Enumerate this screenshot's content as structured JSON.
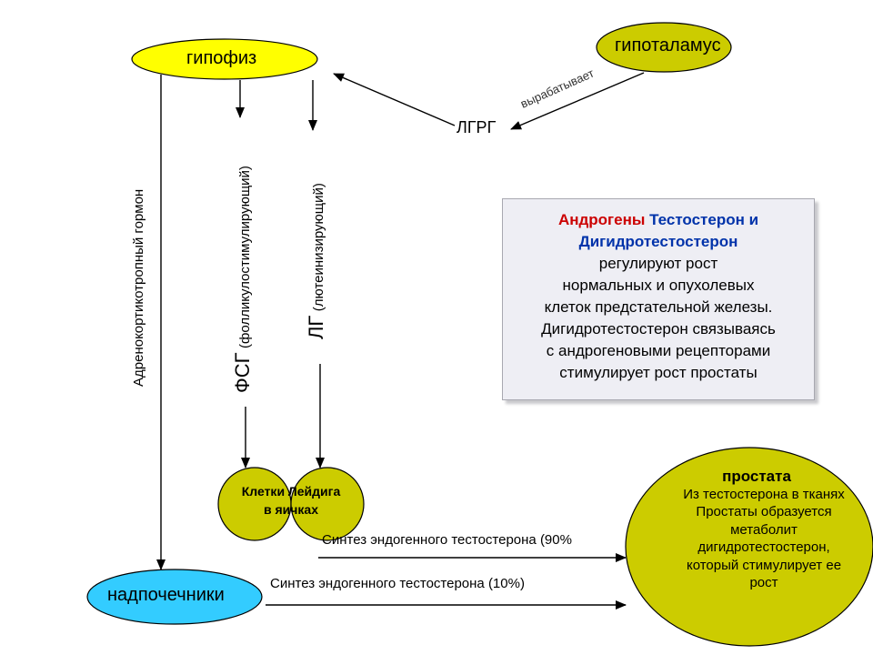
{
  "nodes": {
    "pituitary": "гипофиз",
    "hypothalamus": "гипоталамус",
    "lhrh": "ЛГРГ",
    "leydig_cells": [
      "Клетки Лейдига",
      "в яичках"
    ],
    "adrenals": "надпочечники",
    "prostate_title": "простата",
    "prostate_text": [
      "Из тестостерона в тканях",
      "Простаты образуется",
      "метаболит",
      "дигидротестостерон,",
      "который стимулирует ее",
      "рост"
    ]
  },
  "edges": {
    "produces": "вырабатывает",
    "acth": "Адренокортикотропный гормон",
    "fsh_abbr": "ФСГ",
    "fsh_full": "(фолликулостимулирующий)",
    "lh_abbr": "ЛГ",
    "lh_full": "(лютеинизирующий)",
    "synthesis_90": "Синтез эндогенного тестостерона (90%",
    "synthesis_10": "Синтез эндогенного тестостерона (10%)"
  },
  "infobox": {
    "androgens": "Андрогены",
    "hormones": "Тестостерон и Дигидротестостерон",
    "lines": [
      "регулируют рост",
      "нормальных и опухолевых",
      "клеток предстательной железы.",
      "Дигидротестостерон связываясь",
      "с андрогеновыми рецепторами",
      "стимулирует рост простаты"
    ]
  },
  "colors": {
    "pituitary_fill": "#ffff00",
    "hypothalamus_fill": "#cccc00",
    "leydig_fill": "#cccc00",
    "prostate_fill": "#cccc00",
    "adrenals_fill": "#33ccff",
    "androgens_text": "#cc0000",
    "hormones_text": "#0033aa",
    "infobox_bg": "#eeeef4"
  }
}
